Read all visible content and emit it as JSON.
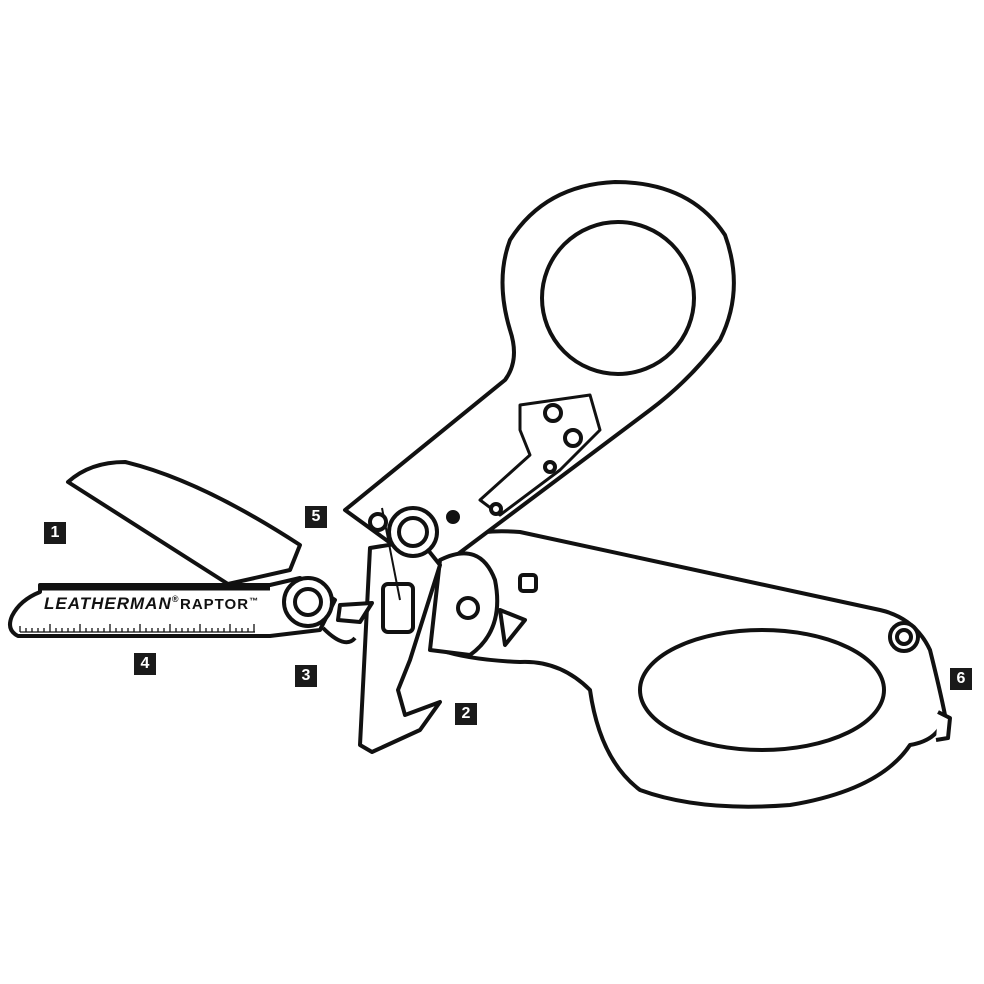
{
  "diagram": {
    "brand_name": "LEATHERMAN",
    "brand_mark": "®",
    "product_name": "RAPTOR",
    "product_mark": "™",
    "callouts": [
      {
        "label": "1"
      },
      {
        "label": "2"
      },
      {
        "label": "3"
      },
      {
        "label": "4"
      },
      {
        "label": "5"
      },
      {
        "label": "6"
      }
    ]
  }
}
